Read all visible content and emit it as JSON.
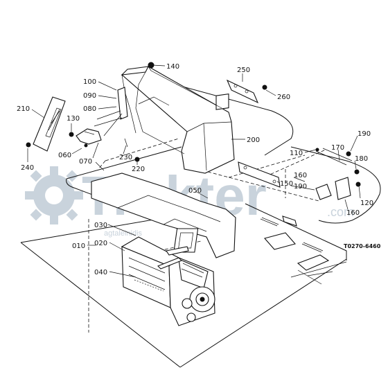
{
  "drawing_code": "T0270-6460",
  "watermark": {
    "brand": "Trakter",
    "tagline": "agtaleinidis",
    "domain": ".com"
  },
  "callouts": {
    "c140": "140",
    "c250": "250",
    "c260": "260",
    "c100": "100",
    "c090": "090",
    "c080": "080",
    "c210": "210",
    "c130": "130",
    "c060": "060",
    "c070": "070",
    "c240": "240",
    "c230": "230",
    "c220": "220",
    "c200": "200",
    "c190a": "190",
    "c170": "170",
    "c110": "110",
    "c180": "180",
    "c160a": "160",
    "c190b": "190",
    "c150": "150",
    "c160b": "160",
    "c120": "120",
    "c050": "050",
    "c030": "030",
    "c010": "010",
    "c020": "020",
    "c040": "040"
  }
}
